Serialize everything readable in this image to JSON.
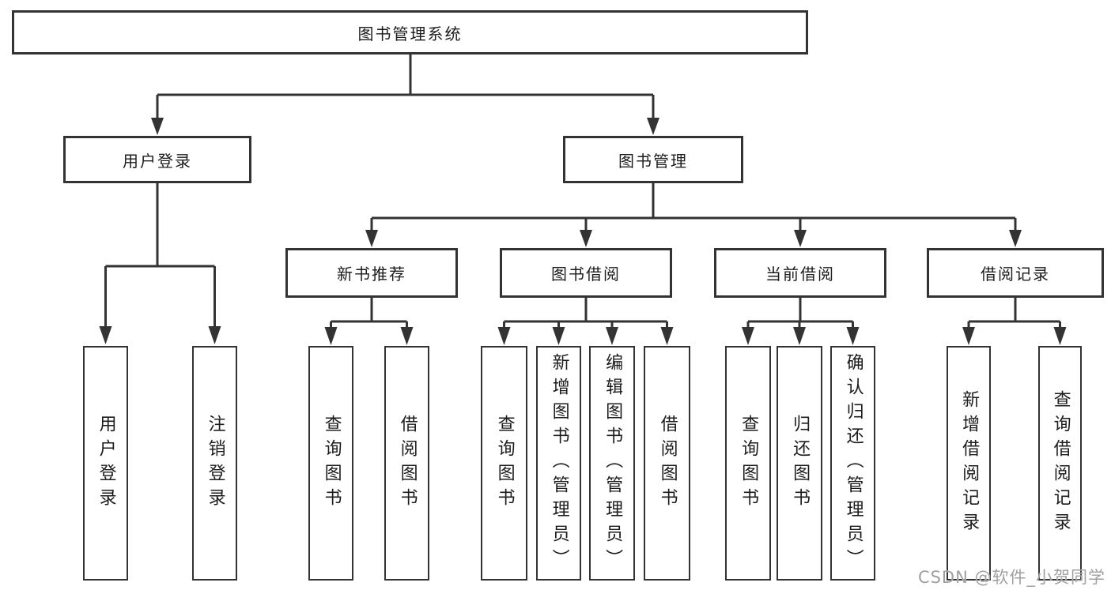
{
  "colors": {
    "background": "#ffffff",
    "line": "#333333",
    "box_border": "#333333",
    "text": "#1c1c1c",
    "watermark": "#a0a0a0"
  },
  "diagram": {
    "root": {
      "label": "图书管理系统"
    },
    "branches": [
      {
        "label": "用户登录",
        "children": [
          {
            "label": "用户登录"
          },
          {
            "label": "注销登录"
          }
        ]
      },
      {
        "label": "图书管理",
        "children": [
          {
            "label": "新书推荐",
            "children": [
              {
                "label": "查询图书"
              },
              {
                "label": "借阅图书"
              }
            ]
          },
          {
            "label": "图书借阅",
            "children": [
              {
                "label": "查询图书"
              },
              {
                "label": "新增图书（管理员）"
              },
              {
                "label": "编辑图书（管理员）"
              },
              {
                "label": "借阅图书"
              }
            ]
          },
          {
            "label": "当前借阅",
            "children": [
              {
                "label": "查询图书"
              },
              {
                "label": "归还图书"
              },
              {
                "label": "确认归还（管理员）"
              }
            ]
          },
          {
            "label": "借阅记录",
            "children": [
              {
                "label": "新增借阅记录"
              },
              {
                "label": "查询借阅记录"
              }
            ]
          }
        ]
      }
    ]
  },
  "watermark": {
    "text": "CSDN @软件_小贺同学"
  }
}
